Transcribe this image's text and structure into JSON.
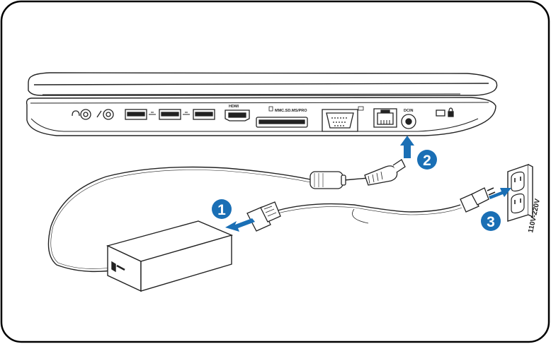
{
  "ports": {
    "hdmi": "HDMI",
    "card_reader": "MMC.SD.MS/PRO",
    "dc_in": "DCIN"
  },
  "outlet": {
    "voltage": "110V-220V"
  },
  "steps": [
    "1",
    "2",
    "3"
  ],
  "colors": {
    "step_badge": "#1a6fb5",
    "arrow": "#1a6fb5",
    "frame": "#000000"
  }
}
